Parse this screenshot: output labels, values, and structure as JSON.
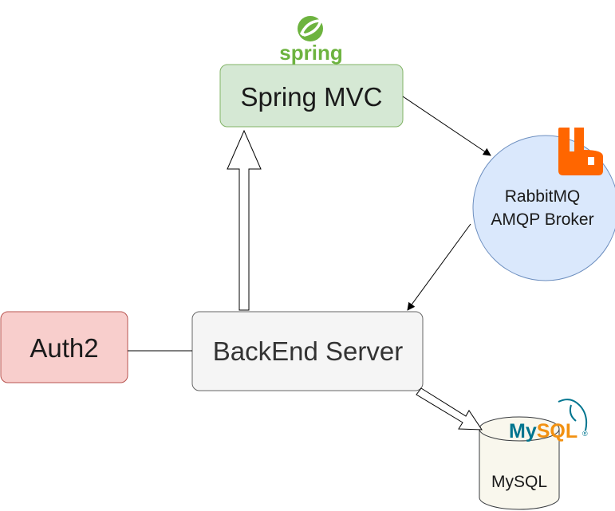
{
  "logos": {
    "spring": {
      "text": "spring",
      "color": "#6db33f"
    },
    "mysql": {
      "text_my": "My",
      "text_sql": "SQL",
      "mark": "®",
      "color_my": "#00758f",
      "color_sql": "#f29111"
    },
    "rabbitmq": {
      "color": "#ff6600"
    }
  },
  "nodes": {
    "spring_mvc": {
      "label": "Spring MVC",
      "fill": "#d5e8d4",
      "stroke": "#82b366"
    },
    "rabbitmq": {
      "line1": "RabbitMQ",
      "line2": "AMQP Broker",
      "fill": "#dae8fc",
      "stroke": "#6c8ebf"
    },
    "auth2": {
      "label": "Auth2",
      "fill": "#f8cecc",
      "stroke": "#b85450"
    },
    "backend": {
      "label": "BackEnd Server",
      "fill": "#f5f5f5",
      "stroke": "#666666"
    },
    "mysql": {
      "label": "MySQL",
      "fill": "#f9f7ed",
      "stroke": "#36393d"
    }
  },
  "edges": [
    {
      "from": "spring_mvc",
      "to": "rabbitmq",
      "style": "arrow"
    },
    {
      "from": "rabbitmq",
      "to": "backend",
      "style": "arrow"
    },
    {
      "from": "backend",
      "to": "spring_mvc",
      "style": "block-arrow"
    },
    {
      "from": "auth2",
      "to": "backend",
      "style": "line"
    },
    {
      "from": "backend",
      "to": "mysql",
      "style": "block-arrow"
    }
  ]
}
